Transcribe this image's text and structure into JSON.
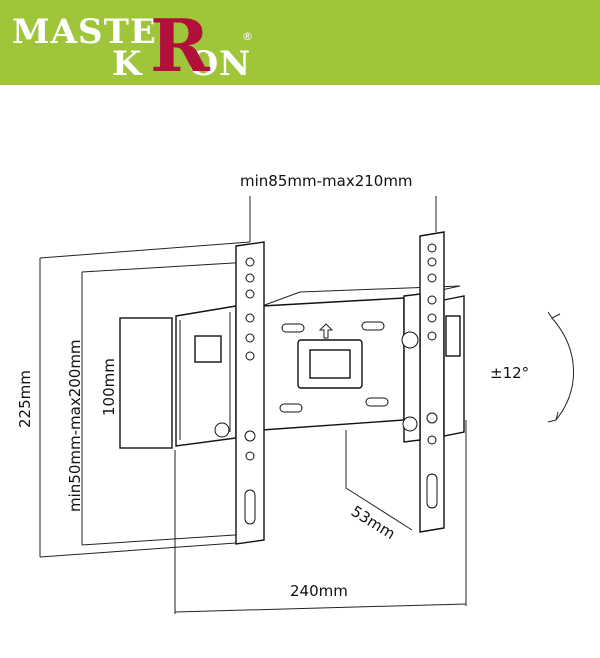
{
  "logo": {
    "line1": "MASTE",
    "line2_pre": "K",
    "big_letter": "R",
    "line2_post": "ON",
    "registered": "®"
  },
  "dimensions": {
    "vesa_horizontal": "min85mm-max210mm",
    "vesa_vertical": "min50mm-max200mm",
    "overall_height": "225mm",
    "inner_height": "100mm",
    "depth": "53mm",
    "width": "240mm",
    "tilt": "±12°"
  },
  "colors": {
    "header_bg": "#9fc63b",
    "logo_accent": "#b0103a"
  }
}
